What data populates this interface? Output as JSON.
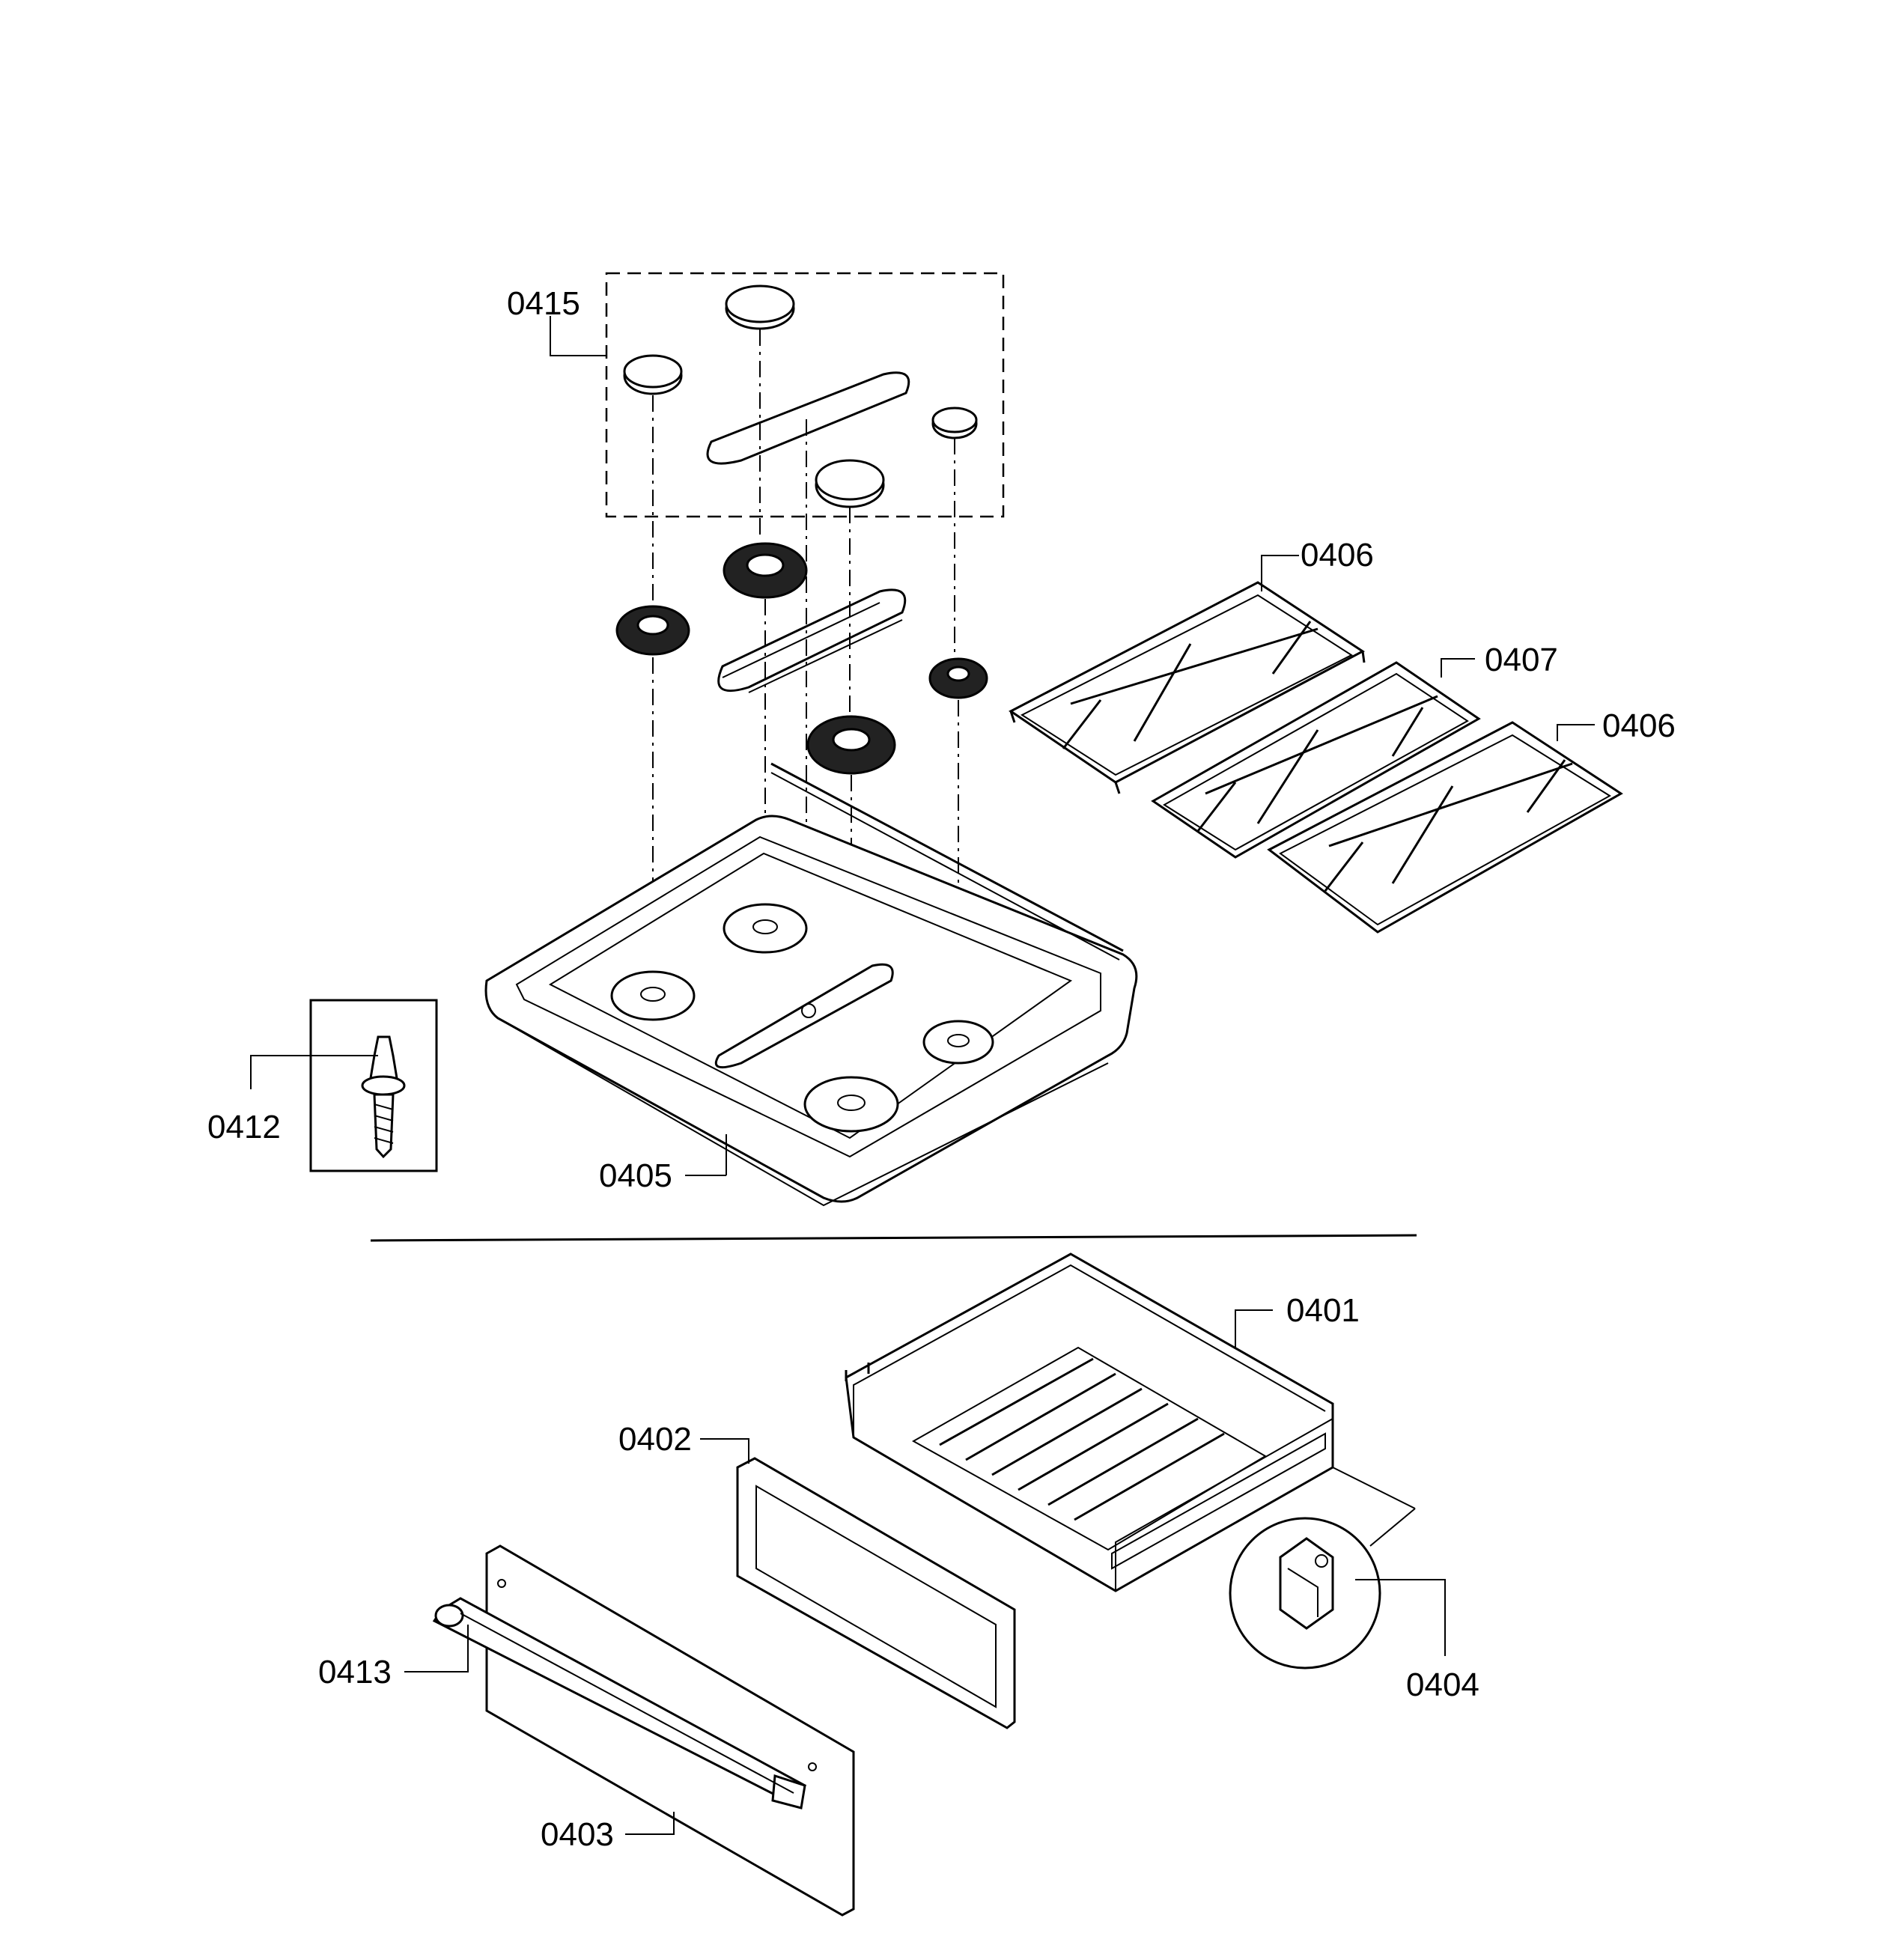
{
  "diagram": {
    "labels": {
      "p0415": "0415",
      "p0406a": "0406",
      "p0407": "0407",
      "p0406b": "0406",
      "p0412": "0412",
      "p0405": "0405",
      "p0401": "0401",
      "p0402": "0402",
      "p0404": "0404",
      "p0413": "0413",
      "p0403": "0403"
    }
  }
}
